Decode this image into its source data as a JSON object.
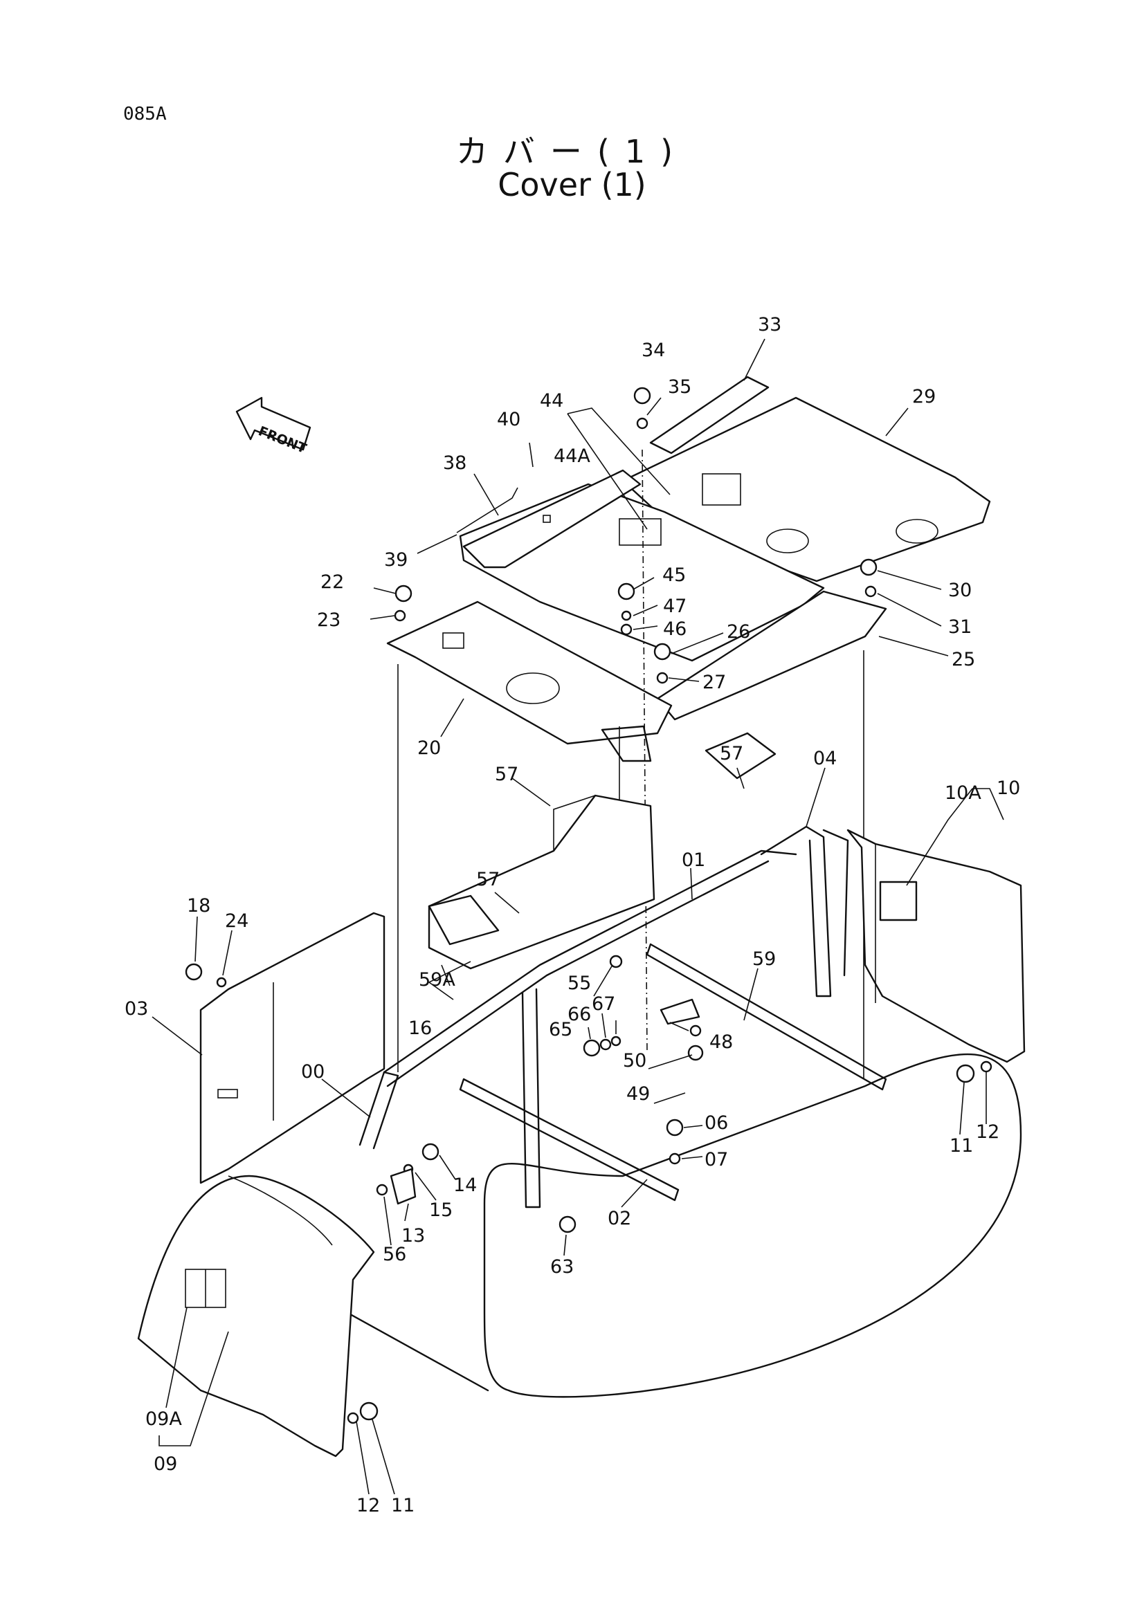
{
  "page_id": "085A",
  "title_jp": "カバー(1)",
  "title_en": "Cover (1)",
  "front_label": "FRONT",
  "callouts": [
    "33",
    "34",
    "35",
    "29",
    "44",
    "40",
    "44A",
    "38",
    "39",
    "22",
    "45",
    "30",
    "23",
    "47",
    "46",
    "26",
    "31",
    "25",
    "27",
    "20",
    "57",
    "04",
    "10",
    "10A",
    "01",
    "18",
    "24",
    "59A",
    "59",
    "55",
    "03",
    "16",
    "66",
    "67",
    "65",
    "50",
    "48",
    "00",
    "49",
    "06",
    "11",
    "12",
    "14",
    "07",
    "15",
    "13",
    "56",
    "02",
    "63",
    "09A",
    "09"
  ]
}
